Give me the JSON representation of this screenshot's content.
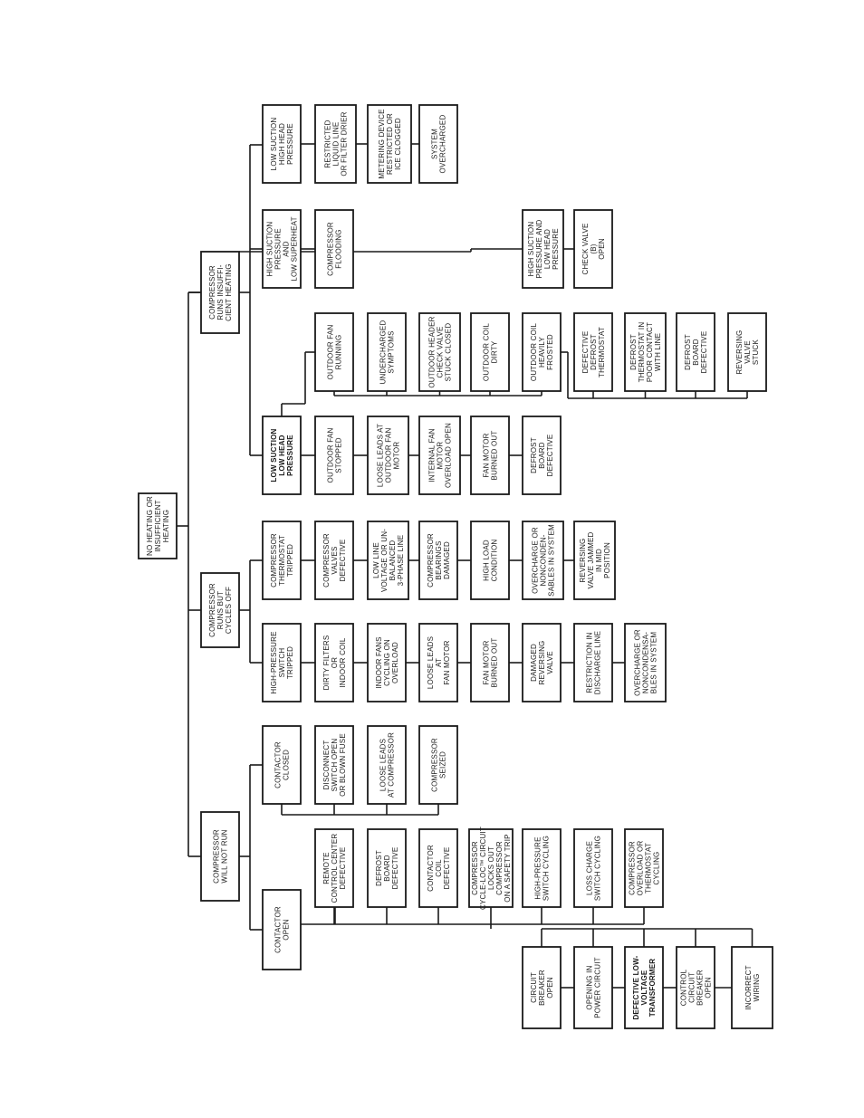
{
  "diagram": {
    "root": [
      "NO HEATING OR",
      "INSUFFICIENT",
      "HEATING"
    ],
    "branches": {
      "will_not_run": [
        "COMPRESSOR",
        "WILL NOT RUN"
      ],
      "cycles_off": [
        "COMPRESSOR",
        "RUNS BUT",
        "CYCLES OFF"
      ],
      "insufficient": [
        "COMPRESSOR",
        "RUNS INSUFFI-",
        "CIENT HEATING"
      ]
    },
    "nodes": {
      "contactor_open": [
        "CONTACTOR",
        "OPEN"
      ],
      "remote_control": [
        "REMOTE",
        "CONTROL CENTER",
        "DEFECTIVE"
      ],
      "defrost_board_1": [
        "DEFROST",
        "BOARD",
        "DEFECTIVE"
      ],
      "contactor_coil": [
        "CONTACTOR",
        "COIL",
        "DEFECTIVE"
      ],
      "cycle_loc": [
        "COMPRESSOR",
        "CYCLE-LOC™ CIRCUIT",
        "LOCKS OUT",
        "COMPRESSOR",
        "ON A SAFETY TRIP"
      ],
      "hp_switch_cycling": [
        "HIGH-PRESSURE",
        "SWITCH CYCLING"
      ],
      "loss_charge": [
        "LOSS CHARGE",
        "SWITCH CYCLING"
      ],
      "overload_cycling": [
        "COMPRESSOR",
        "OVERLOAD OR",
        "THERMOSTAT",
        "CYCLING"
      ],
      "breaker_open": [
        "CIRCUIT",
        "BREAKER",
        "OPEN"
      ],
      "opening_power": [
        "OPENING IN",
        "POWER CIRCUIT"
      ],
      "transformer": [
        "DEFECTIVE LOW-",
        "VOLTAGE",
        "TRANSFORMER"
      ],
      "control_breaker": [
        "CONTROL",
        "CIRCUIT",
        "BREAKER",
        "OPEN"
      ],
      "incorrect_wiring": [
        "INCORRECT",
        "WIRING"
      ],
      "contactor_closed": [
        "CONTACTOR",
        "CLOSED"
      ],
      "disconnect": [
        "DISCONNECT",
        "SWITCH OPEN",
        "OR BLOWN FUSE"
      ],
      "loose_leads_comp": [
        "LOOSE LEADS",
        "AT COMPRESSOR"
      ],
      "comp_seized": [
        "COMPRESSOR",
        "SEIZED"
      ],
      "hp_tripped": [
        "HIGH-PRESSURE",
        "SWITCH",
        "TRIPPED"
      ],
      "dirty_filters": [
        "DIRTY FILTERS",
        "OR",
        "INDOOR COIL"
      ],
      "indoor_fans": [
        "INDOOR FANS",
        "CYCLING ON",
        "OVERLOAD"
      ],
      "loose_leads_fan": [
        "LOOSE LEADS",
        "AT",
        "FAN MOTOR"
      ],
      "fan_burned_1": [
        "FAN MOTOR",
        "BURNED OUT"
      ],
      "damaged_rv": [
        "DAMAGED",
        "REVERSING",
        "VALVE"
      ],
      "restriction": [
        "RESTRICTION IN",
        "DISCHARGE LINE"
      ],
      "overcharge_1": [
        "OVERCHARGE OR",
        "NONCONDENSA-",
        "BLES IN SYSTEM"
      ],
      "comp_tstat": [
        "COMPRESSOR",
        "THERMOSTAT",
        "TRIPPED"
      ],
      "comp_valves": [
        "COMPRESSOR",
        "VALVES",
        "DEFECTIVE"
      ],
      "low_line": [
        "LOW LINE",
        "VOLTAGE OR UN-",
        "BALANCED",
        "3-PHASE LINE"
      ],
      "bearings": [
        "COMPRESSOR",
        "BEARINGS",
        "DAMAGED"
      ],
      "high_load": [
        "HIGH LOAD",
        "CONDITION"
      ],
      "overcharge_2": [
        "OVERCHARGE OR",
        "NONCONDEN-",
        "SABLES IN SYSTEM"
      ],
      "rv_jammed": [
        "REVERSING",
        "VALVE JAMMED",
        "IN MID",
        "POSITION"
      ],
      "low_suction_low_head": [
        "LOW SUCTION",
        "LOW HEAD",
        "PRESSURE"
      ],
      "od_fan_stopped": [
        "OUTDOOR FAN",
        "STOPPED"
      ],
      "loose_leads_od": [
        "LOOSE LEADS AT",
        "OUTDOOR FAN",
        "MOTOR"
      ],
      "internal_overload": [
        "INTERNAL FAN",
        "MOTOR",
        "OVERLOAD OPEN"
      ],
      "fan_burned_2": [
        "FAN MOTOR",
        "BURNED OUT"
      ],
      "defrost_board_2": [
        "DEFROST",
        "BOARD",
        "DEFECTIVE"
      ],
      "od_fan_running": [
        "OUTDOOR FAN",
        "RUNNING"
      ],
      "undercharged": [
        "UNDERCHARGED",
        "SYMPTOMS"
      ],
      "od_header": [
        "OUTDOOR HEADER",
        "CHECK VALVE",
        "STUCK CLOSED"
      ],
      "od_coil_dirty": [
        "OUTDOOR COIL",
        "DIRTY"
      ],
      "od_coil_frosted": [
        "OUTDOOR COIL",
        "HEAVILY",
        "FROSTED"
      ],
      "defrost_tstat": [
        "DEFECTIVE",
        "DEFROST",
        "THERMOSTAT"
      ],
      "tstat_poor_contact": [
        "DEFROST",
        "THERMOSTAT IN",
        "POOR CONTACT",
        "WITH LINE"
      ],
      "defrost_board_3": [
        "DEFROST",
        "BOARD",
        "DEFECTIVE"
      ],
      "rv_stuck": [
        "REVERSING",
        "VALVE",
        "STUCK"
      ],
      "hs_low_sh": [
        "HIGH SUCTION",
        "PRESSURE",
        "AND",
        "LOW SUPERHEAT"
      ],
      "flooding": [
        "COMPRESSOR",
        "FLOODING"
      ],
      "hs_low_head": [
        "HIGH SUCTION",
        "PRESSURE AND",
        "LOW HEAD",
        "PRESSURE"
      ],
      "check_valve_b": [
        "CHECK VALVE",
        "(B)",
        "OPEN"
      ],
      "ls_high_head": [
        "LOW SUCTION",
        "HIGH HEAD",
        "PRESSURE"
      ],
      "restricted_liquid": [
        "RESTRICTED",
        "LIQUID LINE",
        "OR FILTER DRIER"
      ],
      "metering": [
        "METERING DEVICE",
        "RESTRICTED OR",
        "ICE CLOGGED"
      ],
      "overcharged": [
        "SYSTEM",
        "OVERCHARGED"
      ]
    }
  }
}
